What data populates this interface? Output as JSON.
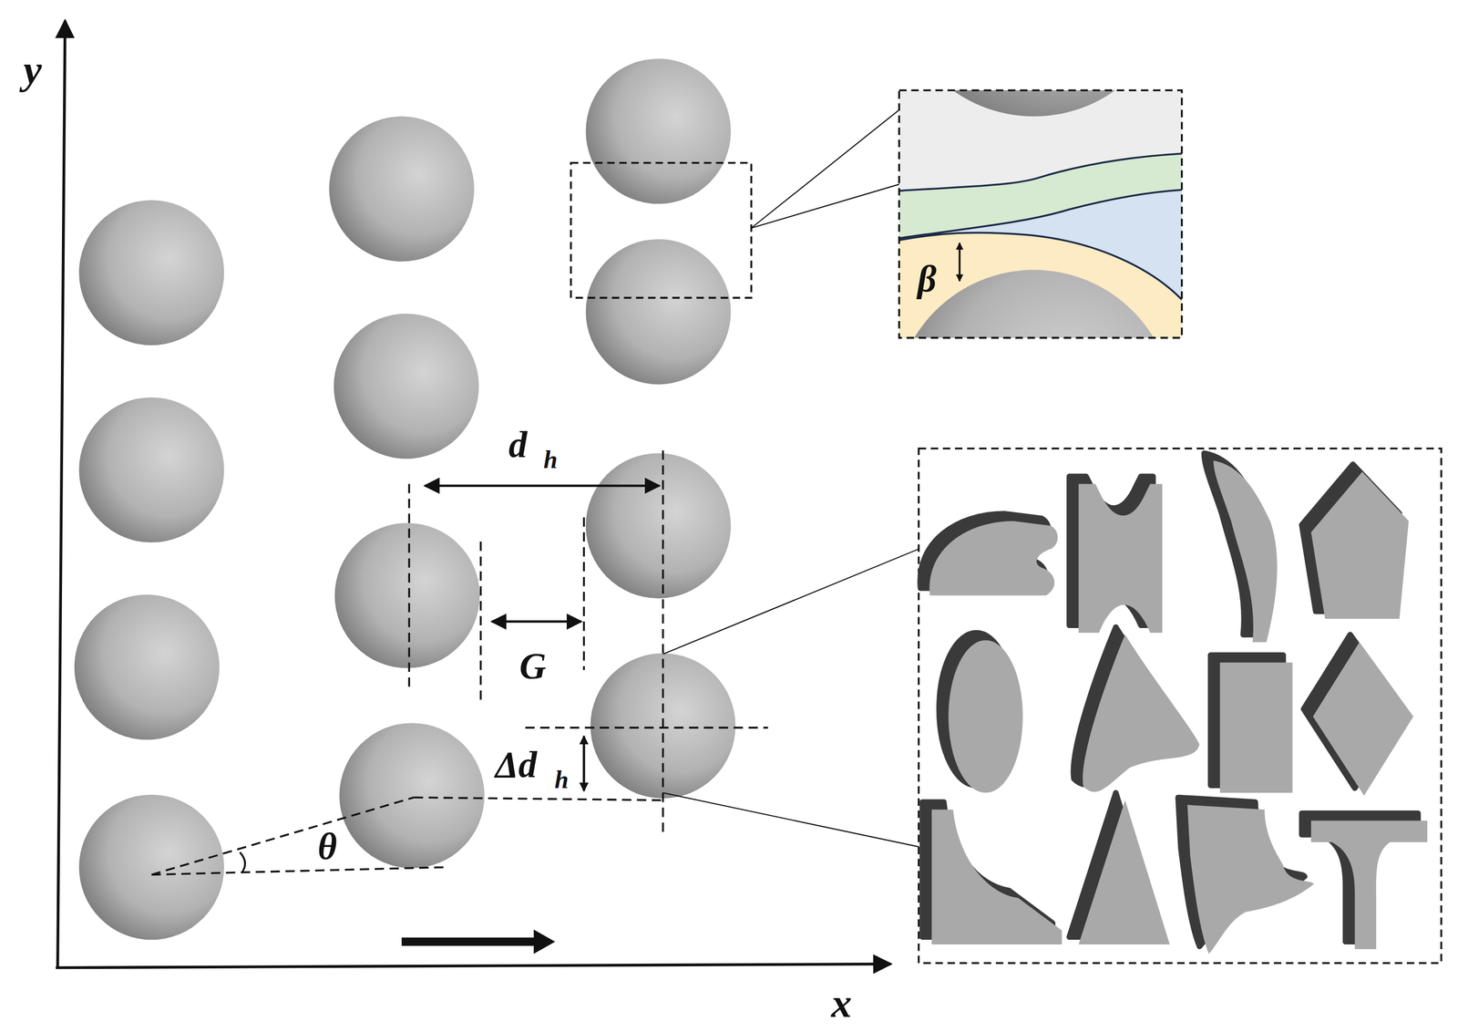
{
  "diagram": {
    "labels": [
      "y",
      "x",
      "d",
      "h",
      "G",
      "Δd",
      "h",
      "θ",
      "β"
    ]
  }
}
